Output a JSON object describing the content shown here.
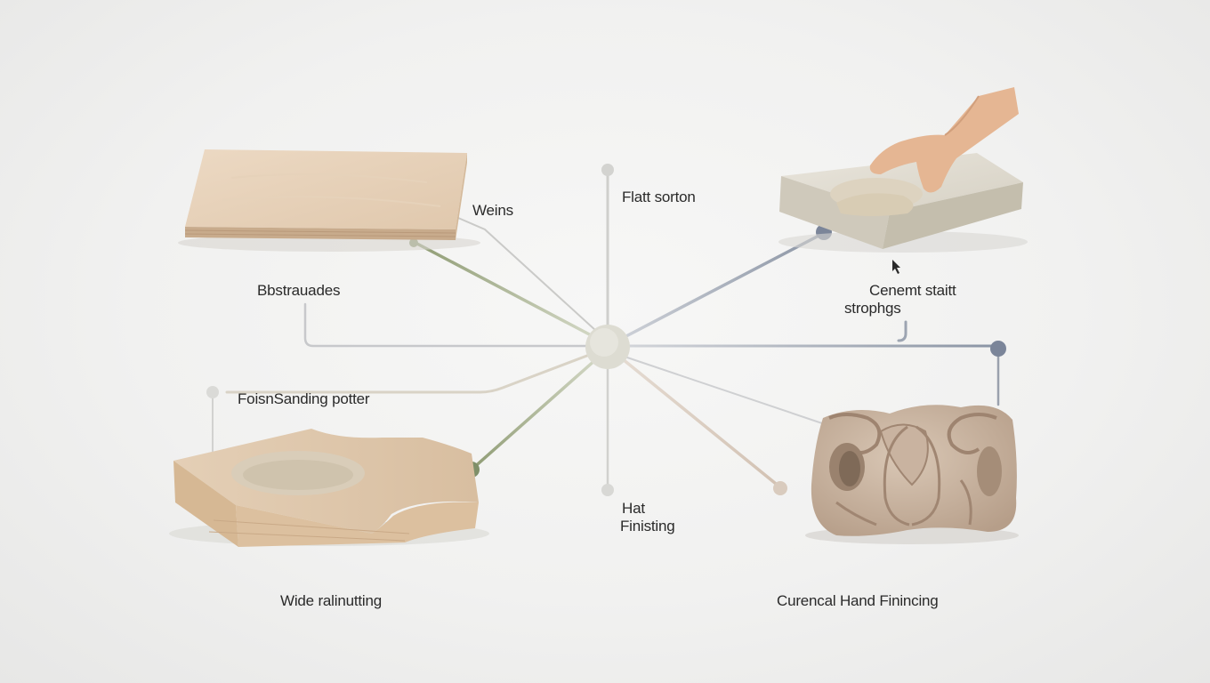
{
  "labels": {
    "weins": "Weins",
    "flat_section": "Flatt sorton",
    "shadows": "Bbstrauades",
    "cement_strip_1": "Cenemt staitt",
    "cement_strip_2": "strophgs",
    "sanding": "FoisnSanding potter",
    "hat_1": "Hat",
    "hat_2": "Finisting",
    "wide": "Wide ralinutting",
    "curved": "Curencal Hand Finincing"
  },
  "colors": {
    "hub": "#dddcd2",
    "green_line": "#a3ae8c",
    "green_dot": "#7f8f69",
    "blue_line": "#8e97a6",
    "blue_dot": "#7b8599",
    "gray_line": "#c9c9c6",
    "tan_line": "#d6c8bb",
    "tan_dot": "#d4c4b6"
  },
  "icons": [
    "flat-plywood-panel-icon",
    "stone-slab-with-hand-icon",
    "wood-piece-with-carved-recess-icon",
    "ornamental-carved-stone-icon",
    "cursor-arrow-icon"
  ]
}
